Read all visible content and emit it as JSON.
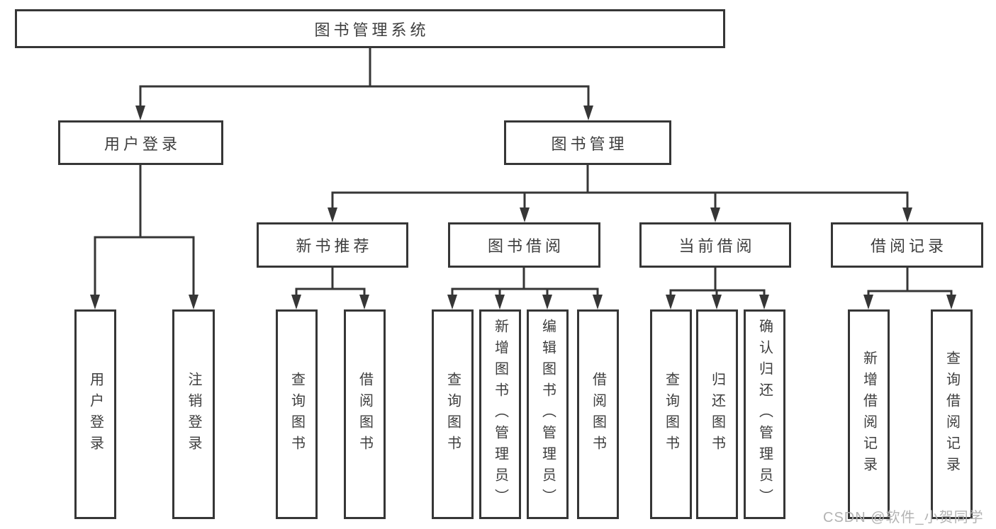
{
  "nodes": {
    "root": "图书管理系统",
    "user_login": "用户登录",
    "book_mgmt": "图书管理",
    "new_book_rec": "新书推荐",
    "book_borrow": "图书借阅",
    "current_borrow": "当前借阅",
    "borrow_records": "借阅记录"
  },
  "leaves": {
    "user_login": [
      "用户登录",
      "注销登录"
    ],
    "new_book_rec": [
      "查询图书",
      "借阅图书"
    ],
    "book_borrow": [
      "查询图书",
      "新增图书（管理员）",
      "编辑图书（管理员）",
      "借阅图书"
    ],
    "current_borrow": [
      "查询图书",
      "归还图书",
      "确认归还（管理员）"
    ],
    "borrow_records": [
      "新增借阅记录",
      "查询借阅记录"
    ]
  },
  "watermark": "CSDN @软件_小贺同学",
  "colors": {
    "line": "#363636",
    "box_border": "#363636",
    "text": "#3e3e3e",
    "box_background": "#ffffff",
    "page_background": "#ffffff",
    "watermark": "#b3b3b3"
  }
}
